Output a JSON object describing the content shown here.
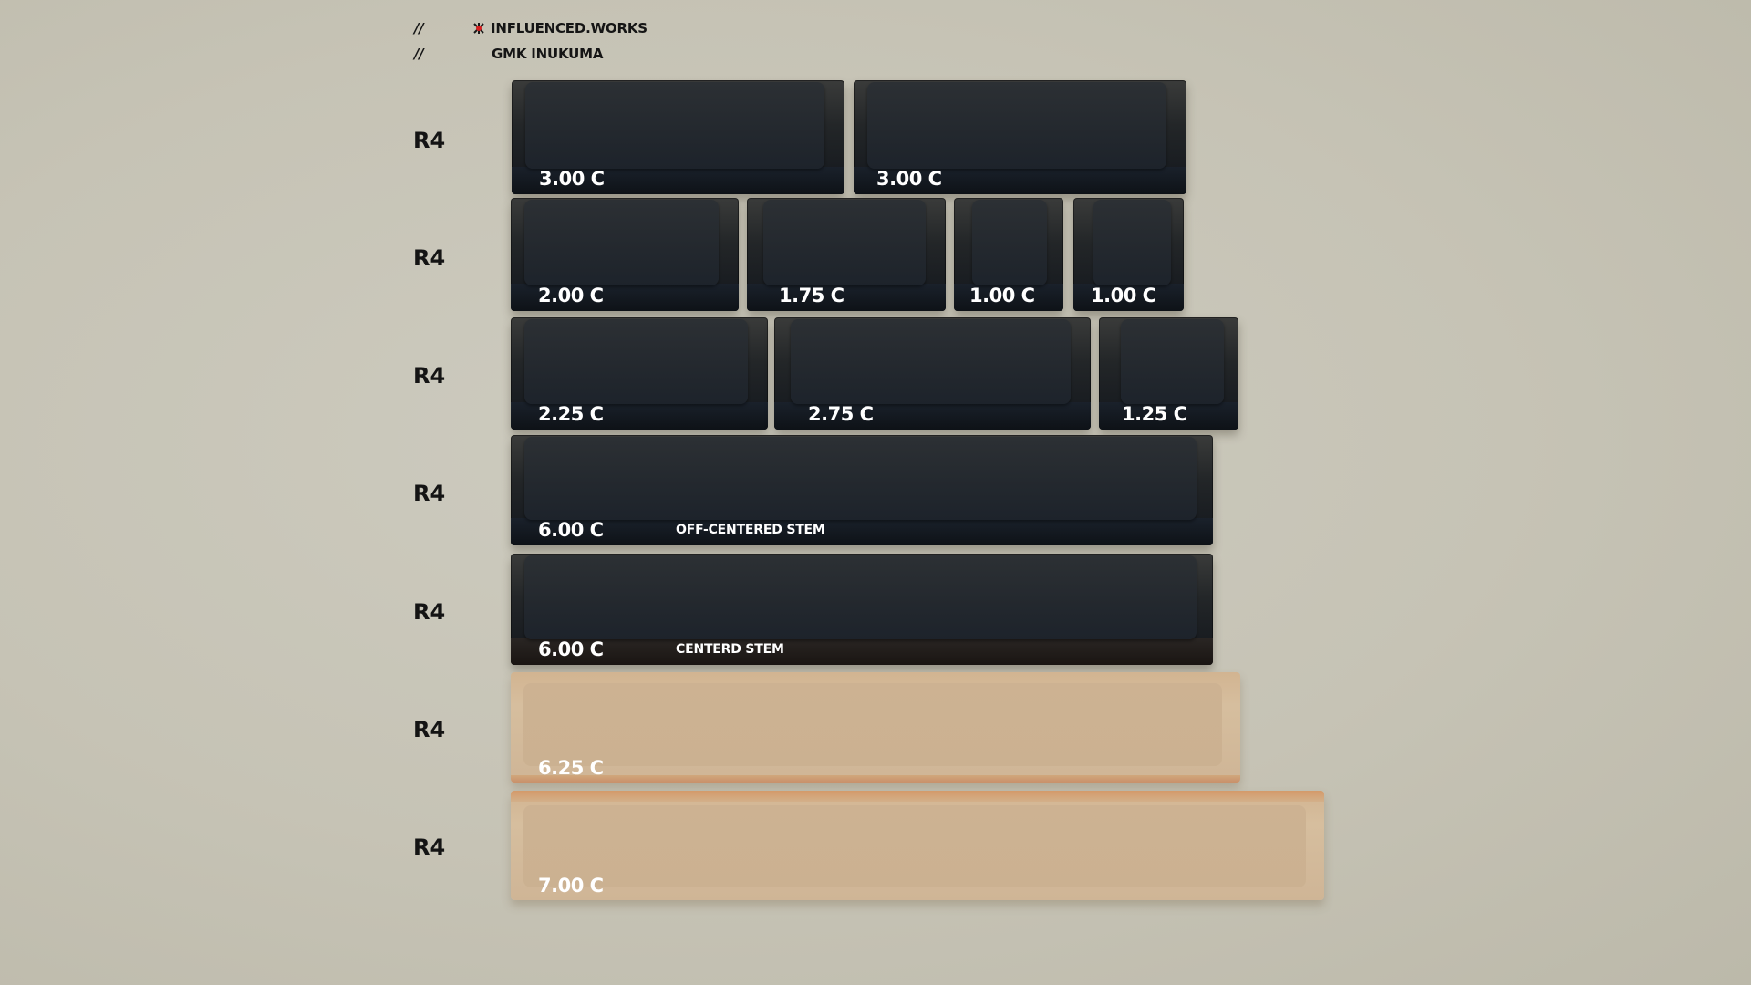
{
  "header": {
    "line1_prefix": "//",
    "line1_icon": "brand-logo-icon",
    "line1_text": "INFLUENCED.WORKS",
    "line2_prefix": "//",
    "line2_text": "GMK INUKUMA"
  },
  "colors": {
    "background": "#c8c5b7",
    "dark_key": "#23282e",
    "beige_key": "#cdb292",
    "label_text": "#ffffff",
    "row_label": "#141414",
    "logo_accent": "#d81e1e"
  },
  "rows": [
    {
      "profile": "R4",
      "keys": [
        {
          "size": "3.00 C"
        },
        {
          "size": "3.00 C"
        }
      ]
    },
    {
      "profile": "R4",
      "keys": [
        {
          "size": "2.00 C"
        },
        {
          "size": "1.75 C"
        },
        {
          "size": "1.00 C"
        },
        {
          "size": "1.00 C"
        }
      ]
    },
    {
      "profile": "R4",
      "keys": [
        {
          "size": "2.25 C"
        },
        {
          "size": "2.75 C"
        },
        {
          "size": "1.25 C"
        }
      ]
    },
    {
      "profile": "R4",
      "keys": [
        {
          "size": "6.00 C",
          "note": "OFF-CENTERED STEM"
        }
      ]
    },
    {
      "profile": "R4",
      "keys": [
        {
          "size": "6.00 C",
          "note": "CENTERD STEM"
        }
      ]
    },
    {
      "profile": "R4",
      "keys": [
        {
          "size": "6.25 C"
        }
      ]
    },
    {
      "profile": "R4",
      "keys": [
        {
          "size": "7.00 C"
        }
      ]
    }
  ]
}
